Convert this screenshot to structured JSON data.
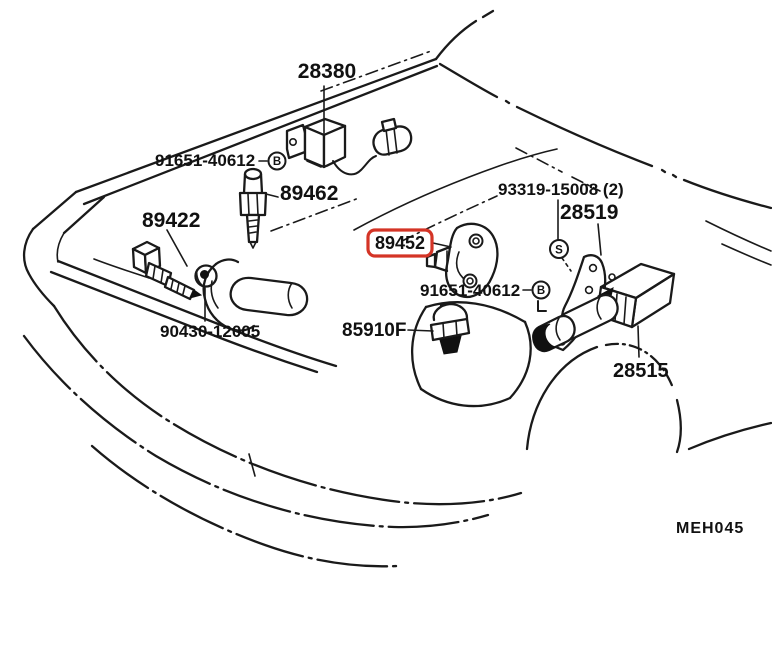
{
  "diagram": {
    "colors": {
      "background": "#ffffff",
      "line": "#1a1a1a",
      "highlight": "#d43426"
    },
    "labels": {
      "relay": "28380",
      "bolt_top": "91651-40612",
      "bolt_top_marker": "B",
      "water_temp_sender": "89462",
      "temp_switch": "89422",
      "screw": "93319-15008 (2)",
      "screw_marker": "S",
      "bracket": "28519",
      "highlighted_part": "89452",
      "bolt_mid": "91651-40612",
      "bolt_mid_marker": "B",
      "washer": "90430-12005",
      "thermo_sensor": "85910F",
      "resistor": "28515",
      "drawing_code": "MEH045"
    }
  }
}
